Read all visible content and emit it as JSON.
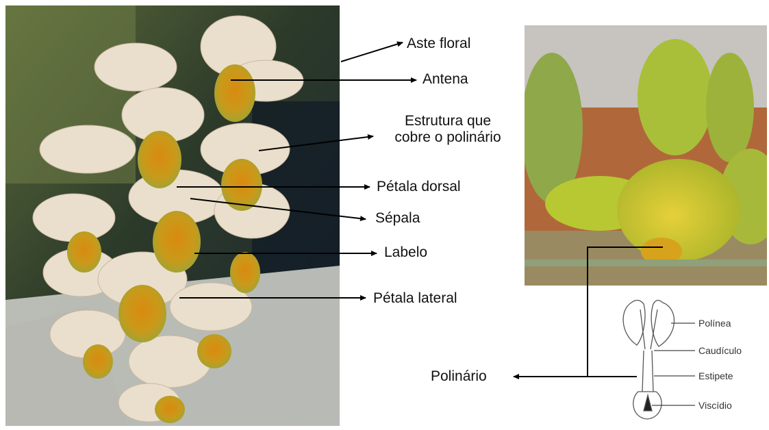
{
  "photo_labels": {
    "aste_floral": "Aste floral",
    "antena": "Antena",
    "estrutura_line1": "Estrutura que",
    "estrutura_line2": "cobre o polinário",
    "petala_dorsal": "Pétala dorsal",
    "sepala": "Sépala",
    "labelo": "Labelo",
    "petala_lateral": "Pétala lateral"
  },
  "pollinarium_labels": {
    "polinario": "Polinário",
    "polinea": "Polínea",
    "caudiculo": "Caudículo",
    "estipete": "Estipete",
    "viscidio": "Viscídio"
  },
  "colors": {
    "label_text": "#111111",
    "leader_line": "#000000",
    "photo_bg_dark": "#1f2a33",
    "petal": "#e9ddc8",
    "labellum_yellow": "#c99a1a",
    "closeup_green": "#b8c832",
    "closeup_bg_orange": "#b0683a"
  },
  "icons": [
    "orchid-photo",
    "orchid-closeup-photo",
    "pollinarium-drawing"
  ]
}
